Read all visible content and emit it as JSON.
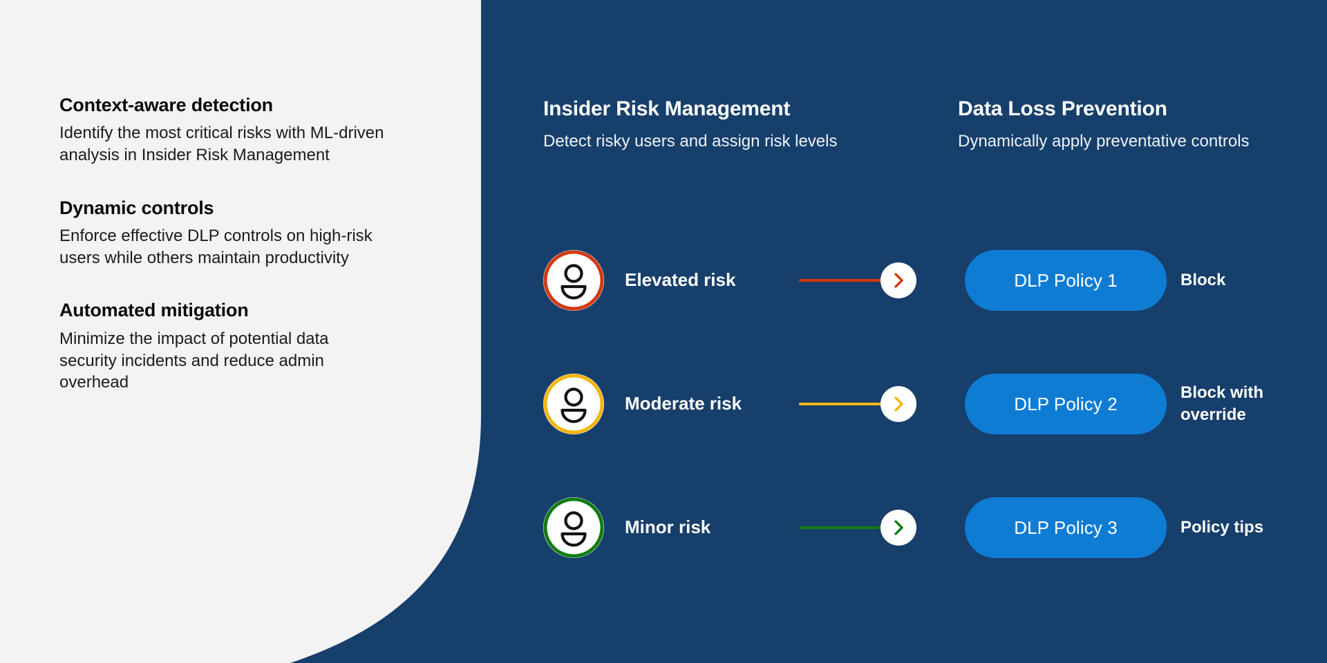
{
  "colors": {
    "panel_light": "#F3F3F3",
    "panel_navy": "#173F6B",
    "dlp_pill_blue": "#0F7CD4",
    "elevated_risk": "#D23A10",
    "moderate_risk": "#F5B512",
    "minor_risk": "#107C10",
    "text_dark": "#0A0A0A",
    "text_light": "#FFFFFF"
  },
  "left_panel": {
    "features": [
      {
        "title": "Context-aware detection",
        "body": "Identify the most critical risks with ML-driven analysis in Insider Risk Management"
      },
      {
        "title": "Dynamic controls",
        "body": "Enforce effective DLP controls on high-risk users while others maintain productivity"
      },
      {
        "title": "Automated mitigation",
        "body": "Minimize the impact of potential data security incidents and reduce admin overhead"
      }
    ]
  },
  "right_panel": {
    "irm_column": {
      "title": "Insider Risk Management",
      "subtitle": "Detect risky users and assign risk levels"
    },
    "dlp_column": {
      "title": "Data Loss Prevention",
      "subtitle": "Dynamically apply preventative controls"
    },
    "rows": [
      {
        "risk_label": "Elevated risk",
        "risk_color": "#D23A10",
        "avatar_icon": "person-avatar-icon",
        "connector_icon": "chevron-right-icon",
        "dlp_policy": "DLP Policy 1",
        "action": "Block"
      },
      {
        "risk_label": "Moderate risk",
        "risk_color": "#F5B512",
        "avatar_icon": "person-avatar-icon",
        "connector_icon": "chevron-right-icon",
        "dlp_policy": "DLP Policy 2",
        "action": "Block with override"
      },
      {
        "risk_label": "Minor risk",
        "risk_color": "#107C10",
        "avatar_icon": "person-avatar-icon",
        "connector_icon": "chevron-right-icon",
        "dlp_policy": "DLP Policy 3",
        "action": "Policy tips"
      }
    ]
  }
}
